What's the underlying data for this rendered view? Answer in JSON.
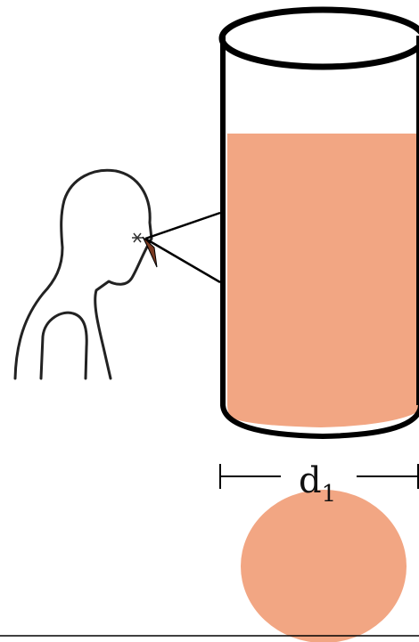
{
  "measurement": {
    "symbol": "d",
    "subscript": "1"
  },
  "colors": {
    "liquid": "#f2a683",
    "outline": "#000000",
    "eye_marker": "#7a3a22",
    "background": "#ffffff"
  },
  "objects": {
    "cylinder": "glass-cylinder-with-liquid",
    "observer": "person-looking-sideways-icon",
    "sight_lines": "two-lines-of-sight",
    "blob": "projected-circular-liquid-view"
  }
}
